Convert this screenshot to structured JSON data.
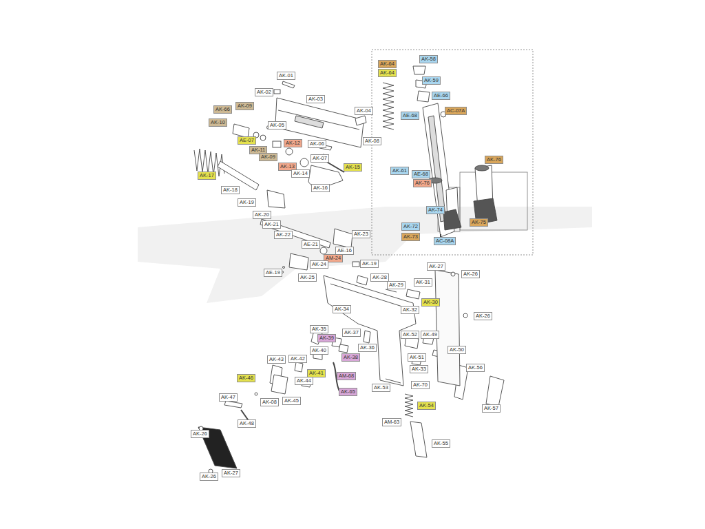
{
  "diagram": {
    "nodes": [
      {
        "text": [
          "AK-01"
        ]
      },
      {
        "text": [
          "AK-02"
        ]
      },
      {
        "text": [
          "AK-03"
        ]
      },
      {
        "text": [
          "AK-66"
        ]
      },
      {
        "text": [
          "AK-09"
        ]
      },
      {
        "text": [
          "AK-04"
        ]
      },
      {
        "text": [
          "AK-10"
        ]
      },
      {
        "text": [
          "AK-05"
        ]
      },
      {
        "text": [
          "AK-08"
        ]
      },
      {
        "text": [
          "AE-07"
        ]
      },
      {
        "text": [
          "AK-12"
        ]
      },
      {
        "text": [
          "AK-06"
        ]
      },
      {
        "text": [
          "AK-11"
        ]
      },
      {
        "text": [
          "AK-07"
        ]
      },
      {
        "text": [
          "AK-09"
        ]
      },
      {
        "text": [
          "AK-13"
        ]
      },
      {
        "text": [
          "AK-15"
        ]
      },
      {
        "text": [
          "AK-14"
        ]
      },
      {
        "text": [
          "AK-17"
        ]
      },
      {
        "text": [
          "AK-16"
        ]
      },
      {
        "text": [
          "AK-18"
        ]
      },
      {
        "text": [
          "AK-19"
        ]
      },
      {
        "text": [
          "AK-20"
        ]
      },
      {
        "text": [
          "AK-21"
        ]
      },
      {
        "text": [
          "AK-22"
        ]
      },
      {
        "text": [
          "AK-23"
        ]
      },
      {
        "text": [
          "AE-21"
        ]
      },
      {
        "text": [
          "AE-16"
        ]
      },
      {
        "text": [
          "AM-24"
        ]
      },
      {
        "text": [
          "AK-24"
        ]
      },
      {
        "text": [
          "AK-19"
        ]
      },
      {
        "text": [
          "AK-27"
        ]
      },
      {
        "text": [
          "AE-19"
        ]
      },
      {
        "text": [
          "AK-26"
        ]
      },
      {
        "text": [
          "AK-25"
        ]
      },
      {
        "text": [
          "AK-28"
        ]
      },
      {
        "text": [
          "AK-31"
        ]
      },
      {
        "text": [
          "AK-29"
        ]
      },
      {
        "text": [
          "AK-30"
        ]
      },
      {
        "text": [
          "AK-34"
        ]
      },
      {
        "text": [
          "AK-32"
        ]
      },
      {
        "text": [
          "AK-26"
        ]
      },
      {
        "text": [
          "AK-35"
        ]
      },
      {
        "text": [
          "AK-37"
        ]
      },
      {
        "text": [
          "AK-52"
        ]
      },
      {
        "text": [
          "AK-49"
        ]
      },
      {
        "text": [
          "AK-39"
        ]
      },
      {
        "text": [
          "AK-36"
        ]
      },
      {
        "text": [
          "AK-40"
        ]
      },
      {
        "text": [
          "AK-50"
        ]
      },
      {
        "text": [
          "AK-38"
        ]
      },
      {
        "text": [
          "AK-51"
        ]
      },
      {
        "text": [
          "AK-43"
        ]
      },
      {
        "text": [
          "AK-42"
        ]
      },
      {
        "text": [
          "AK-56"
        ]
      },
      {
        "text": [
          "AK-33"
        ]
      },
      {
        "text": [
          "AK-41"
        ]
      },
      {
        "text": [
          "AM-68"
        ]
      },
      {
        "text": [
          "AK-46"
        ]
      },
      {
        "text": [
          "AK-44"
        ]
      },
      {
        "text": [
          "AK-70"
        ]
      },
      {
        "text": [
          "AK-53"
        ]
      },
      {
        "text": [
          "AK-65"
        ]
      },
      {
        "text": [
          "AK-47"
        ]
      },
      {
        "text": [
          "AK-08"
        ]
      },
      {
        "text": [
          "AK-45"
        ]
      },
      {
        "text": [
          "AK-57"
        ]
      },
      {
        "text": [
          "AK-54"
        ]
      },
      {
        "text": [
          "AM-63"
        ]
      },
      {
        "text": [
          "AK-48"
        ]
      },
      {
        "text": [
          "AK-26"
        ]
      },
      {
        "text": [
          "AK-55"
        ]
      },
      {
        "text": [
          "AK-27"
        ]
      },
      {
        "text": [
          "AK-26"
        ]
      },
      {
        "text": [
          "AK-64"
        ]
      },
      {
        "text": [
          "AK-58"
        ]
      },
      {
        "text": [
          "AK-64"
        ]
      },
      {
        "text": [
          "AK-59"
        ]
      },
      {
        "text": [
          "AE-66"
        ]
      },
      {
        "text": [
          "AC-07A"
        ]
      },
      {
        "text": [
          "AE-68"
        ]
      },
      {
        "text": [
          "AK-76"
        ]
      },
      {
        "text": [
          "AK-61"
        ]
      },
      {
        "text": [
          "AE-68"
        ]
      },
      {
        "text": [
          "AK-76"
        ]
      },
      {
        "text": [
          "AK-74"
        ]
      },
      {
        "text": [
          "AK-75"
        ]
      },
      {
        "text": [
          "AK-72"
        ]
      },
      {
        "text": [
          "AK-73"
        ]
      },
      {
        "text": [
          "AC-08A"
        ]
      }
    ]
  }
}
